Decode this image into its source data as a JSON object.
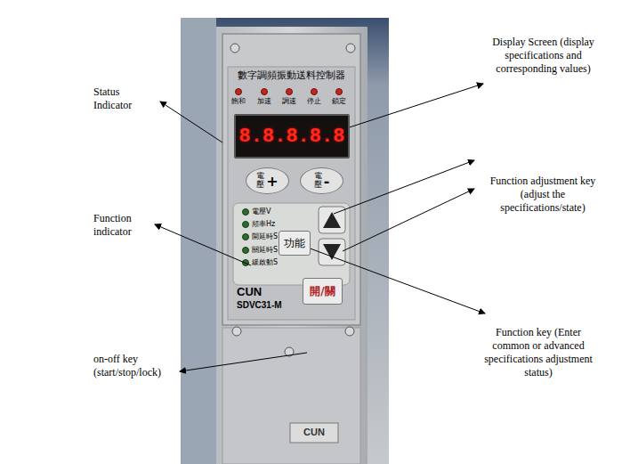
{
  "diagram": {
    "nodes": [
      {
        "text": [
          "數字調頻振動送料控制器",
          "CUN",
          "SDVC31-M"
        ]
      },
      {
        "text": [
          "8.8.8.8.8"
        ],
        "in": 0
      },
      {
        "text": [
          "電壓",
          "+"
        ],
        "in": 0
      },
      {
        "text": [
          "電壓",
          "-"
        ],
        "in": 0
      },
      {
        "text": [
          "功能"
        ],
        "in": 0
      },
      {
        "text": [
          "開/關"
        ],
        "in": 0
      }
    ],
    "labels": [
      "Status Indicator",
      "Display Screen (display specifications and corresponding values)",
      "Function adjustment key (adjust the specifications/state)",
      "Function indicator",
      "Function key (Enter common or advanced specifications adjustment status)",
      "on-off key (start/stop/lock)",
      "飽和",
      "加速",
      "調速",
      "停止",
      "鎖定",
      "電壓V",
      "頻率Hz",
      "開延時S",
      "關延時S",
      "緩啟動S",
      "CUN"
    ]
  }
}
